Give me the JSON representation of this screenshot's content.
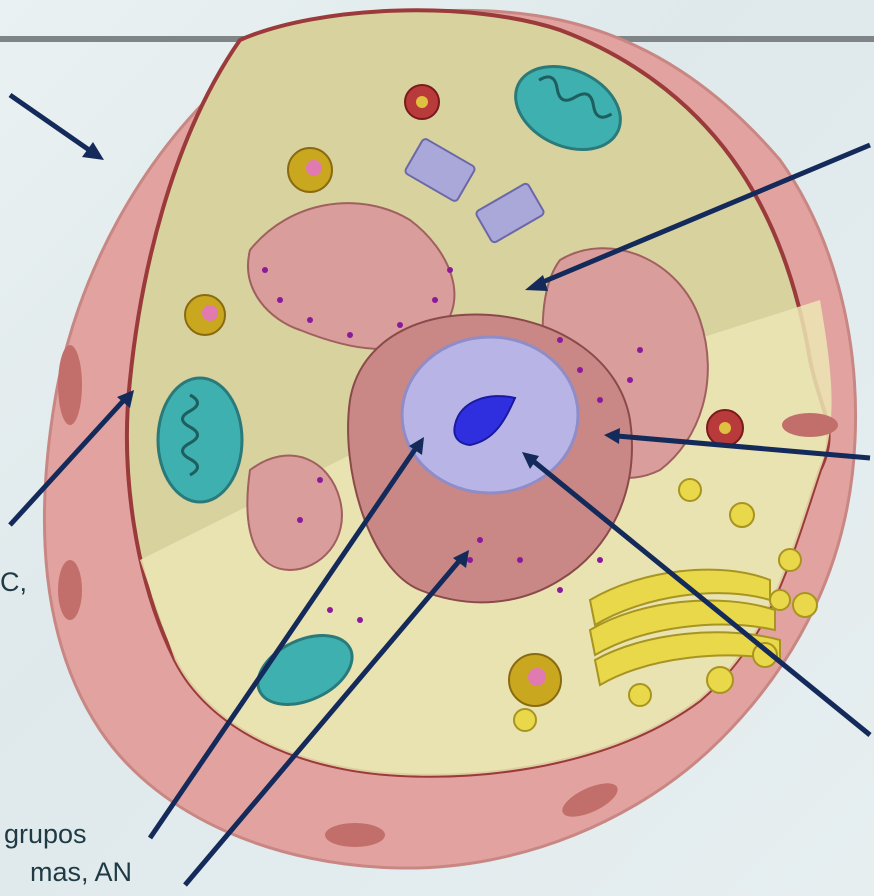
{
  "labels": {
    "left_fragment": "C,",
    "bottom_line1": "grupos",
    "bottom_line2": "mas, AN"
  },
  "colors": {
    "membrane": "#e0a0a0",
    "cytoplasm": "#d9d2a0",
    "nucleus": "#b9b6e8",
    "nucleolus": "#2f2fe0",
    "arrow": "#142a5a",
    "mitochondria": "#3fb0b0",
    "golgi": "#e8d84a",
    "er": "#d69a9a",
    "ribosome": "#8a1a9a"
  },
  "icons": [
    "arrow-icon"
  ]
}
